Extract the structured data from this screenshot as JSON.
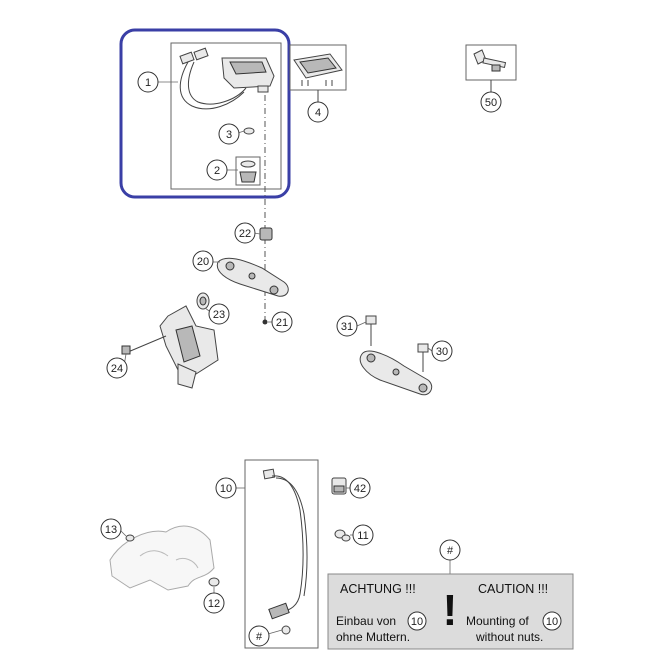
{
  "callouts": {
    "c1": "1",
    "c2": "2",
    "c3": "3",
    "c4": "4",
    "c50": "50",
    "c22": "22",
    "c20": "20",
    "c23": "23",
    "c21": "21",
    "c24": "24",
    "c31": "31",
    "c30": "30",
    "c10": "10",
    "c42": "42",
    "c11": "11",
    "c13": "13",
    "c12": "12",
    "c_hash_top": "#",
    "c_hash_bottom": "#"
  },
  "warning": {
    "title_de": "ACHTUNG !!!",
    "title_en": "CAUTION !!!",
    "line1_de": "Einbau von",
    "line2_de": "ohne Muttern.",
    "line1_en": "Mounting of",
    "line2_en": "without nuts.",
    "ref_de": "10",
    "ref_en": "10",
    "mark": "!"
  },
  "colors": {
    "highlight_border": "#3a3fa6",
    "warning_bg": "#dcdcdc"
  }
}
